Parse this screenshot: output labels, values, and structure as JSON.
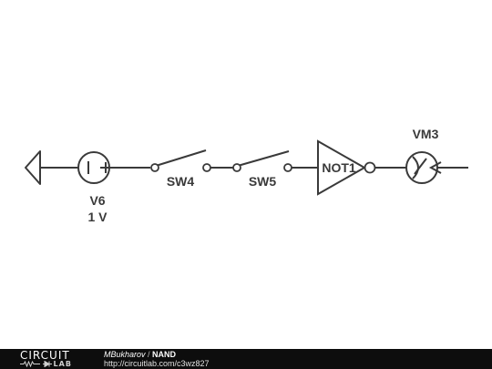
{
  "circuit": {
    "source": {
      "name": "V6",
      "value": "1 V"
    },
    "switches": [
      {
        "name": "SW4"
      },
      {
        "name": "SW5"
      }
    ],
    "gate": {
      "name": "NOT1"
    },
    "meter": {
      "name": "VM3"
    }
  },
  "footer": {
    "logo_top": "CIRCUIT",
    "logo_bottom": "LAB",
    "author": "MBukharov",
    "separator": " / ",
    "title": "NAND",
    "url": "http://circuitlab.com/c3wz827"
  },
  "colors": {
    "ink": "#3a3a3a",
    "footer_bg": "#0d0d0d",
    "background": "#ffffff"
  },
  "icons": [
    "ground-icon",
    "voltage-source-icon",
    "switch-icon",
    "not-gate-icon",
    "voltmeter-icon"
  ]
}
